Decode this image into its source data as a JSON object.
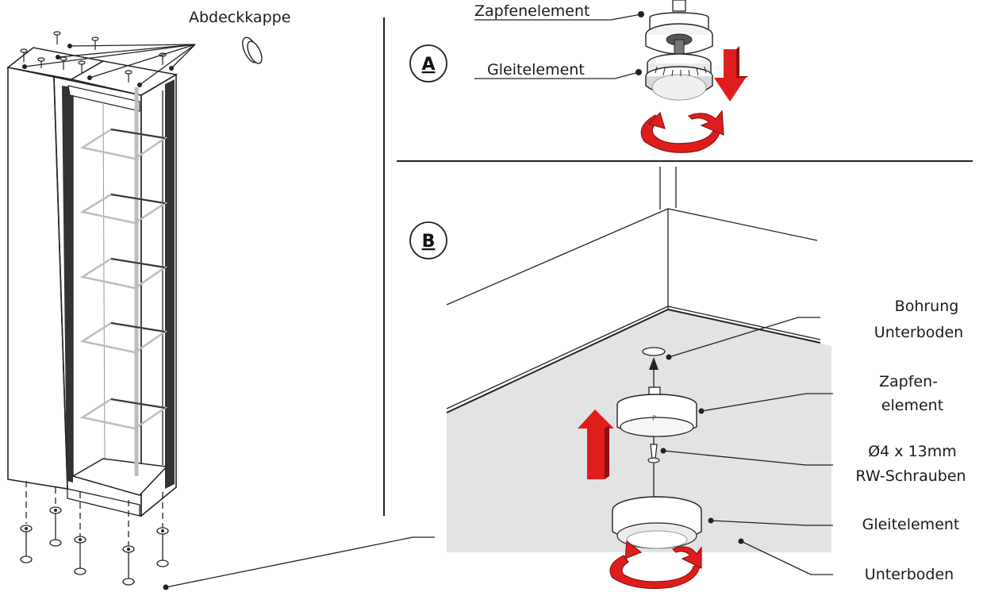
{
  "labels": {
    "cap": "Abdeckkappe",
    "a_pin": "Zapfenelement",
    "a_glide": "Gleitelement",
    "b_hole_line1": "Bohrung",
    "b_hole_line2": "Unterboden",
    "b_pin_line1": "Zapfen-",
    "b_pin_line2": "element",
    "b_screw_line1": "Ø4 x 13mm",
    "b_screw_line2": "RW-Schrauben",
    "b_glide": "Gleitelement",
    "b_base": "Unterboden"
  },
  "sections": {
    "a": "A",
    "b": "B"
  },
  "colors": {
    "arrow": "#e01d1d",
    "arrow_dark": "#8e1010",
    "floor": "#e3e3e3",
    "glass": "#bdbdbd"
  }
}
